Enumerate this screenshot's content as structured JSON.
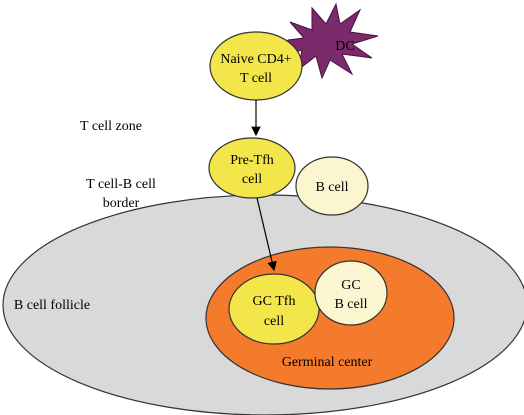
{
  "cells": {
    "dc": "DC",
    "naive_line1": "Naive CD4+",
    "naive_line2": "T cell",
    "pretfh_line1": "Pre-Tfh",
    "pretfh_line2": "cell",
    "bcell": "B cell",
    "gctfh_line1": "GC Tfh",
    "gctfh_line2": "cell",
    "gcb_line1": "GC",
    "gcb_line2": "B cell"
  },
  "zones": {
    "t_cell_zone": "T cell zone",
    "border_line1": "T cell-B cell",
    "border_line2": "border",
    "follicle": "B cell follicle",
    "germinal_center": "Germinal center"
  },
  "colors": {
    "yellow_cell": "#f2e64a",
    "pale_cell": "#fbf6cf",
    "dc": "#7b2a6c",
    "follicle": "#d9d9d9",
    "germinal_center": "#f47b2b"
  }
}
